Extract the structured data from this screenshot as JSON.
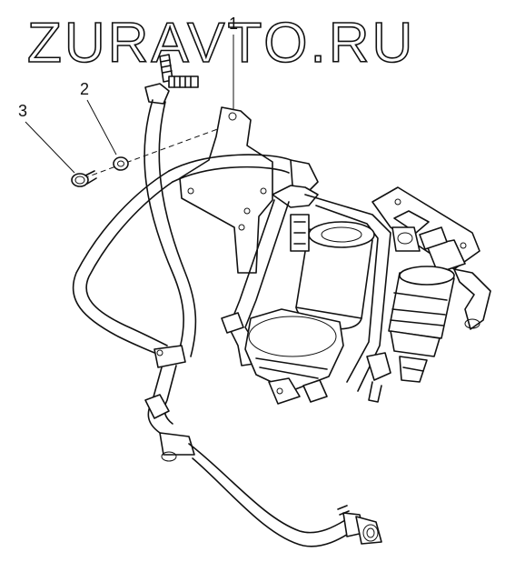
{
  "watermark": "ZURAVTO.RU",
  "corner_mark": "",
  "callouts": [
    "1",
    "2",
    "3"
  ]
}
